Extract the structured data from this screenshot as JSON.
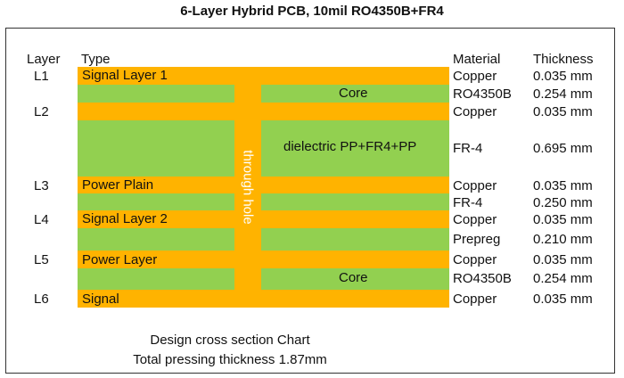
{
  "title": "6-Layer Hybrid PCB, 10mil RO4350B+FR4",
  "headers": {
    "layer": "Layer",
    "type": "Type",
    "material": "Material",
    "thickness": "Thickness"
  },
  "colors": {
    "copper": "#FFB300",
    "dielectric": "#92D050"
  },
  "layers": {
    "l1": "L1",
    "l2": "L2",
    "l3": "L3",
    "l4": "L4",
    "l5": "L5",
    "l6": "L6"
  },
  "bands": {
    "b1": {
      "label": "Signal Layer 1",
      "material": "Copper",
      "thickness": "0.035 mm"
    },
    "b2": {
      "label": "Core",
      "material": "RO4350B",
      "thickness": "0.254 mm"
    },
    "b3": {
      "label": "",
      "material": "Copper",
      "thickness": "0.035 mm"
    },
    "b4": {
      "label": "dielectric PP+FR4+PP",
      "material": "FR-4",
      "thickness": "0.695 mm"
    },
    "b5": {
      "label": "Power Plain",
      "material": "Copper",
      "thickness": "0.035 mm"
    },
    "b6": {
      "label": "",
      "material": "FR-4",
      "thickness": "0.250 mm"
    },
    "b7": {
      "label": "Signal Layer 2",
      "material": "Copper",
      "thickness": "0.035 mm"
    },
    "b8": {
      "label": "",
      "material": "Prepreg",
      "thickness": "0.210 mm"
    },
    "b9": {
      "label": "Power Layer",
      "material": "Copper",
      "thickness": "0.035 mm"
    },
    "b10": {
      "label": "Core",
      "material": "RO4350B",
      "thickness": "0.254 mm"
    },
    "b11": {
      "label": "Signal",
      "material": "Copper",
      "thickness": "0.035 mm"
    }
  },
  "via_label": "through hole",
  "footer": {
    "line1": "Design cross section Chart",
    "line2": "Total pressing thickness 1.87mm"
  }
}
